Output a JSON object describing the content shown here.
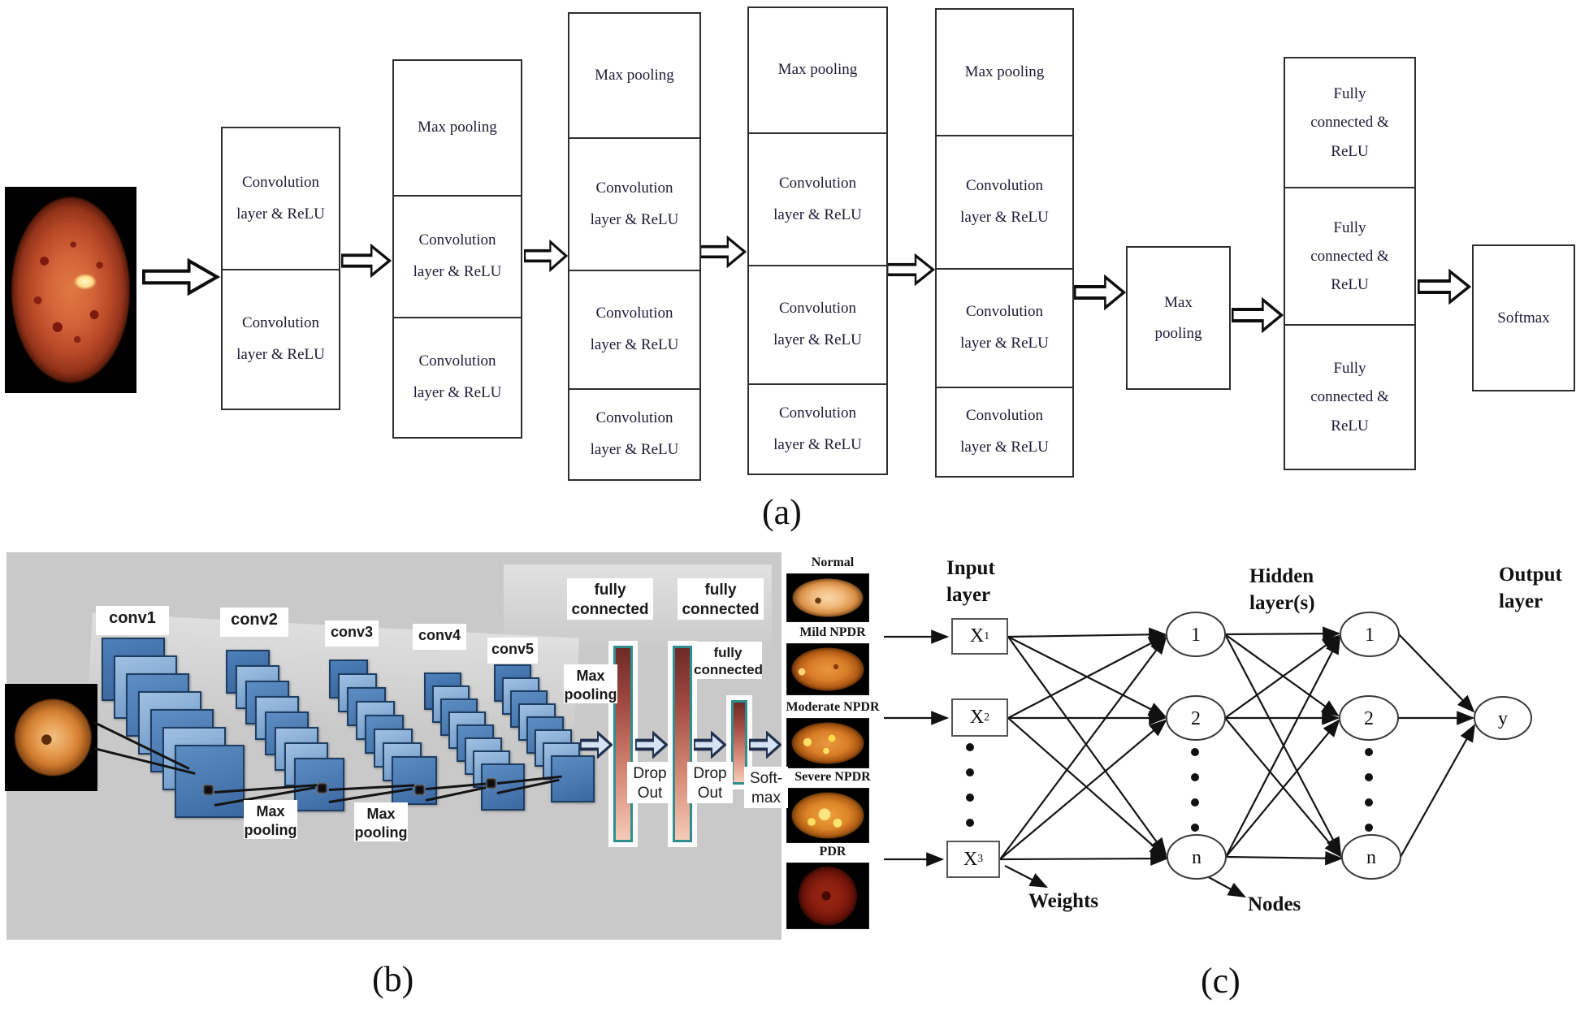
{
  "panel_a": {
    "caption": "(a)",
    "col2": {
      "cells": [
        "Convolution\nlayer & ReLU",
        "Convolution\nlayer & ReLU"
      ]
    },
    "col3": {
      "cells": [
        "Max pooling",
        "Convolution\nlayer & ReLU",
        "Convolution\nlayer & ReLU"
      ]
    },
    "col4": {
      "cells": [
        "Max pooling",
        "Convolution\nlayer & ReLU",
        "Convolution\nlayer & ReLU",
        "Convolution\nlayer & ReLU"
      ]
    },
    "col5": {
      "cells": [
        "Max pooling",
        "Convolution\nlayer & ReLU",
        "Convolution\nlayer & ReLU",
        "Convolution\nlayer & ReLU"
      ]
    },
    "col6": {
      "cells": [
        "Max pooling",
        "Convolution\nlayer & ReLU",
        "Convolution\nlayer & ReLU",
        "Convolution\nlayer & ReLU"
      ]
    },
    "maxpool_box": "Max\npooling",
    "fc_col": {
      "cells": [
        "Fully\nconnected &\nReLU",
        "Fully\nconnected &\nReLU",
        "Fully\nconnected &\nReLU"
      ]
    },
    "softmax_box": "Softmax"
  },
  "panel_b": {
    "caption": "(b)",
    "conv_labels": [
      "conv1",
      "conv2",
      "conv3",
      "conv4",
      "conv5"
    ],
    "maxpool_labels": [
      "Max\npooling",
      "Max\npooling",
      "Max\npooling"
    ],
    "fully_connected_labels": [
      "fully\nconnected",
      "fully\nconnected",
      "fully\nconnected"
    ],
    "dropout_labels": [
      "Drop\nOut",
      "Drop\nOut"
    ],
    "softmax_label": "Soft-\nmax",
    "class_labels": [
      "Normal",
      "Mild NPDR",
      "Moderate NPDR",
      "Severe NPDR",
      "PDR"
    ]
  },
  "panel_c": {
    "caption": "(c)",
    "input_layer_label": "Input\nlayer",
    "hidden_layer_label": "Hidden\nlayer(s)",
    "output_layer_label": "Output\nlayer",
    "inputs": [
      {
        "base": "X",
        "sub": "1"
      },
      {
        "base": "X",
        "sub": "2"
      },
      {
        "base": "X",
        "sub": "3"
      }
    ],
    "hidden1_nodes": [
      "1",
      "2",
      "n"
    ],
    "hidden2_nodes": [
      "1",
      "2",
      "n"
    ],
    "output_node": "y",
    "weights_label": "Weights",
    "nodes_label": "Nodes"
  },
  "colors": {
    "panel_gray": "#c9c9c9",
    "stack_blue": "#4f7fba",
    "stack_blue_light": "#a9c6e6",
    "fc_bar_maroon": "#8a3a30",
    "fc_bar_border_teal": "#2f8f8f"
  }
}
